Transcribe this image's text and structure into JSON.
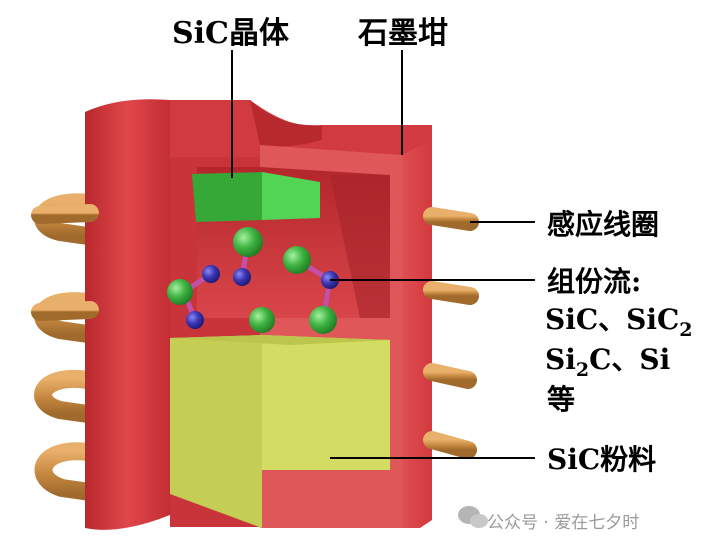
{
  "labels": {
    "crystal": "SiC晶体",
    "crucible": "石墨坩",
    "coil": "感应线圈",
    "flow_title": "组份流:",
    "flow_line1_a": "SiC、SiC",
    "flow_line1_sub": "2",
    "flow_line2_a": "Si",
    "flow_line2_sub": "2",
    "flow_line2_b": "C、Si",
    "flow_line3": "等",
    "powder": "SiC粉料"
  },
  "watermark": {
    "text": "公众号 · 爱在七夕时"
  },
  "colors": {
    "crucible": "#d33a3f",
    "crystal": "#3cc23e",
    "powder": "#c9d35a",
    "coil": "#c8914a",
    "carbon_atom": "#3fb443",
    "silicon_atom": "#3b36b4",
    "bond": "#c24fa8"
  }
}
